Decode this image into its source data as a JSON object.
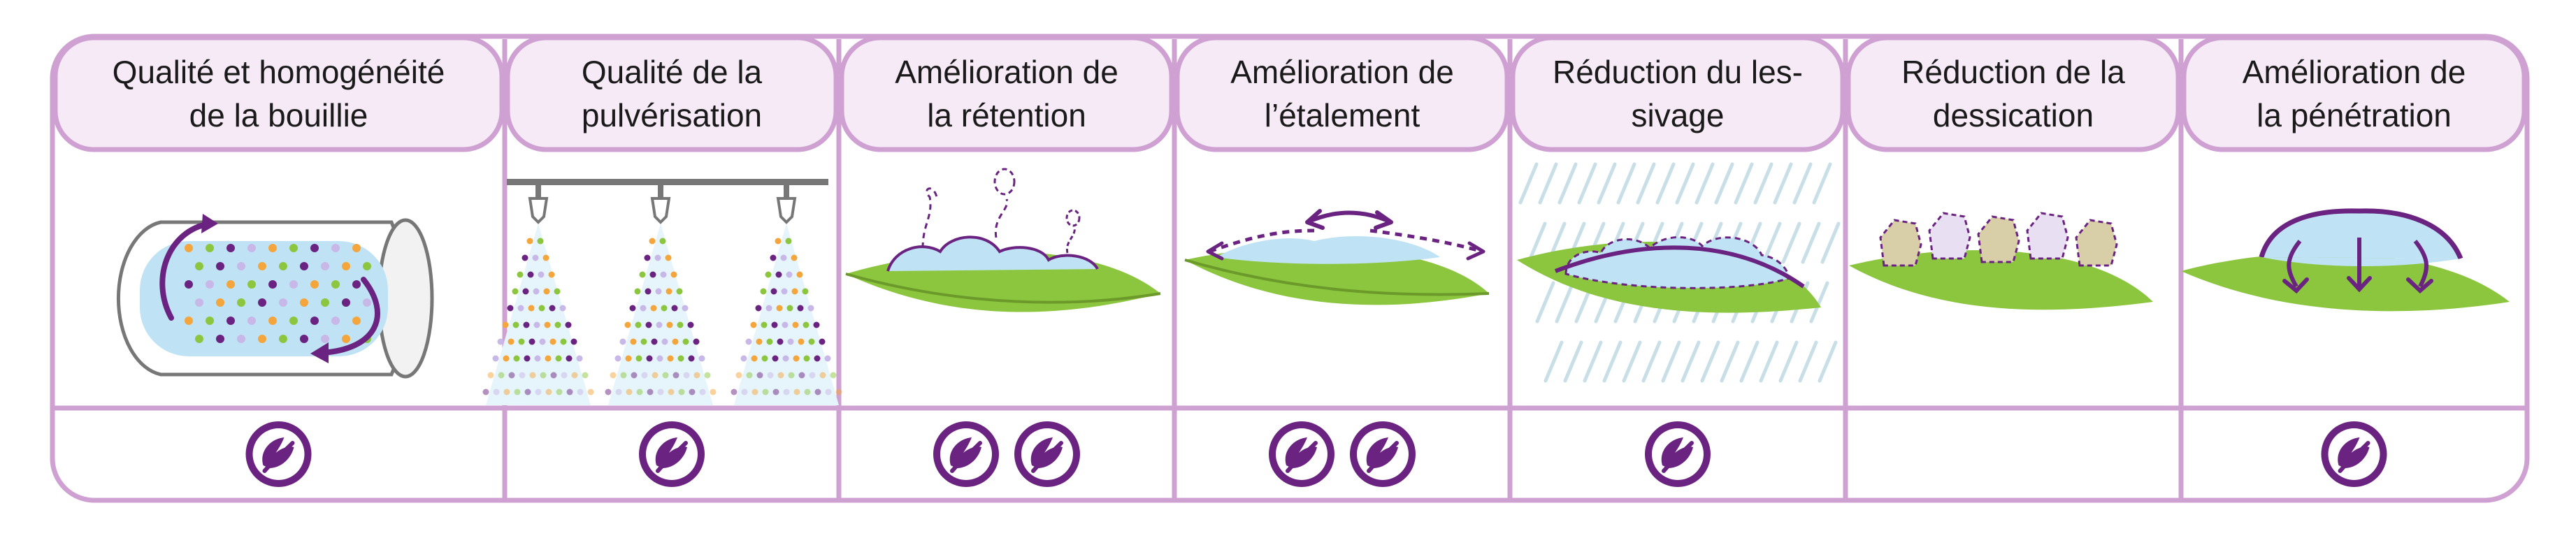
{
  "diagram": {
    "colors": {
      "border": "#cfa1d2",
      "header_fill": "#f6eaf6",
      "purple": "#6a2380",
      "leaf": "#8cc63f",
      "leaf_dark": "#6b9a2a",
      "droplet": "#bfe3f5",
      "rain": "#c9dfe8"
    },
    "columns": [
      {
        "title": "Qualité et homogénéité\nde la bouillie",
        "icon": "tank-mixing-icon",
        "badges": 1
      },
      {
        "title": "Qualité de la\npulvérisation",
        "icon": "spray-nozzles-icon",
        "badges": 1
      },
      {
        "title": "Amélioration de\nla rétention",
        "icon": "leaf-retention-icon",
        "badges": 2
      },
      {
        "title": "Amélioration de\nl’étalement",
        "icon": "leaf-spreading-icon",
        "badges": 2
      },
      {
        "title": "Réduction du les-\nsivage",
        "icon": "rain-washoff-icon",
        "badges": 1
      },
      {
        "title": "Réduction de la\ndessication",
        "icon": "crystal-drying-icon",
        "badges": 0
      },
      {
        "title": "Amélioration de\nla pénétration",
        "icon": "leaf-penetration-icon",
        "badges": 1
      }
    ]
  }
}
